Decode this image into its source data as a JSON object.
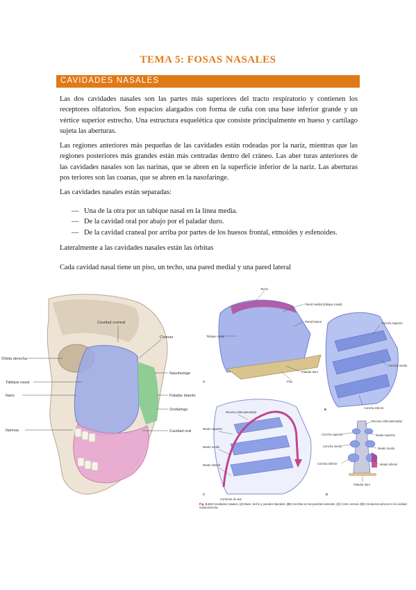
{
  "title": "TEMA 5: FOSAS NASALES",
  "section": "CAVIDADES NASALES",
  "paragraphs": [
    "Las dos cavidades nasales son las partes más superiores del tracto respiratorio y contienen los receptores olfatorios. Son espacios alargados con forma de cuña con una base inferior grande y un vértice superior estrecho. Una estructura esquelética que consiste principalmente en hueso y cartílago sujeta las aberturas.",
    "Las regiones anteriores más pequeñas de las cavidades están rodeadas por la nariz, mientras que las regiones posteriores más grandes están más centradas dentro del cráneo. Las aber turas anteriores de las cavidades nasales son las narinas, que se abren en la superficie inferior de la nariz. Las aberturas pos teriores son las coanas, que se abren en la nasofaringe.",
    "Las cavidades nasales están separadas:",
    "Lateralmente a las cavidades nasales están las órbitas",
    "Cada cavidad nasal tiene un piso, un techo, una pared medial y una pared lateral"
  ],
  "bullets": [
    "Una de la otra por un tabique nasal en la línea media.",
    "De la cavidad oral por abajo por el paladar duro.",
    "De la cavidad craneal por arriba por partes de los huesos frontal, etmoides y esfenoides."
  ],
  "figure_left": {
    "labels_left": [
      "Órbita derecha",
      "Tabique nasal",
      "Nariz",
      "Narinas"
    ],
    "labels_right": [
      "Cavidad craneal",
      "Coanas",
      "Nasofaringe",
      "Paladar blando",
      "Orofaringe",
      "Cavidad oral"
    ]
  },
  "figure_right": {
    "panel_a": [
      "Techo",
      "Pared medial (tabique nasal)",
      "Pared lateral",
      "Tabique nasal",
      "Paladar duro",
      "Piso",
      "A"
    ],
    "panel_b": [
      "Concha superior",
      "Concha media",
      "Concha inferior",
      "B"
    ],
    "panel_c": [
      "Receso esfenoetmoidal",
      "Meato superior",
      "Meato medio",
      "Meato inferior",
      "Corriente de aire",
      "C"
    ],
    "panel_d": [
      "Receso esfenoetmoidal",
      "Concha superior",
      "Meato superior",
      "Concha media",
      "Meato medio",
      "Concha inferior",
      "Meato inferior",
      "Paladar duro",
      "D"
    ],
    "caption_fig": "Fig. 8.133",
    "caption_text": "Cavidades nasales.",
    "caption_parts": [
      "(A)",
      " Base, techo y paredes laterales. ",
      "(B)",
      " Conchas en las paredes laterales. ",
      "(C)",
      " Corte coronal. ",
      "(D)",
      " Conductos aéreos en la cavidad nasal derecha."
    ]
  },
  "colors": {
    "accent": "#e07a18",
    "caption_accent": "#8a2d6e"
  }
}
